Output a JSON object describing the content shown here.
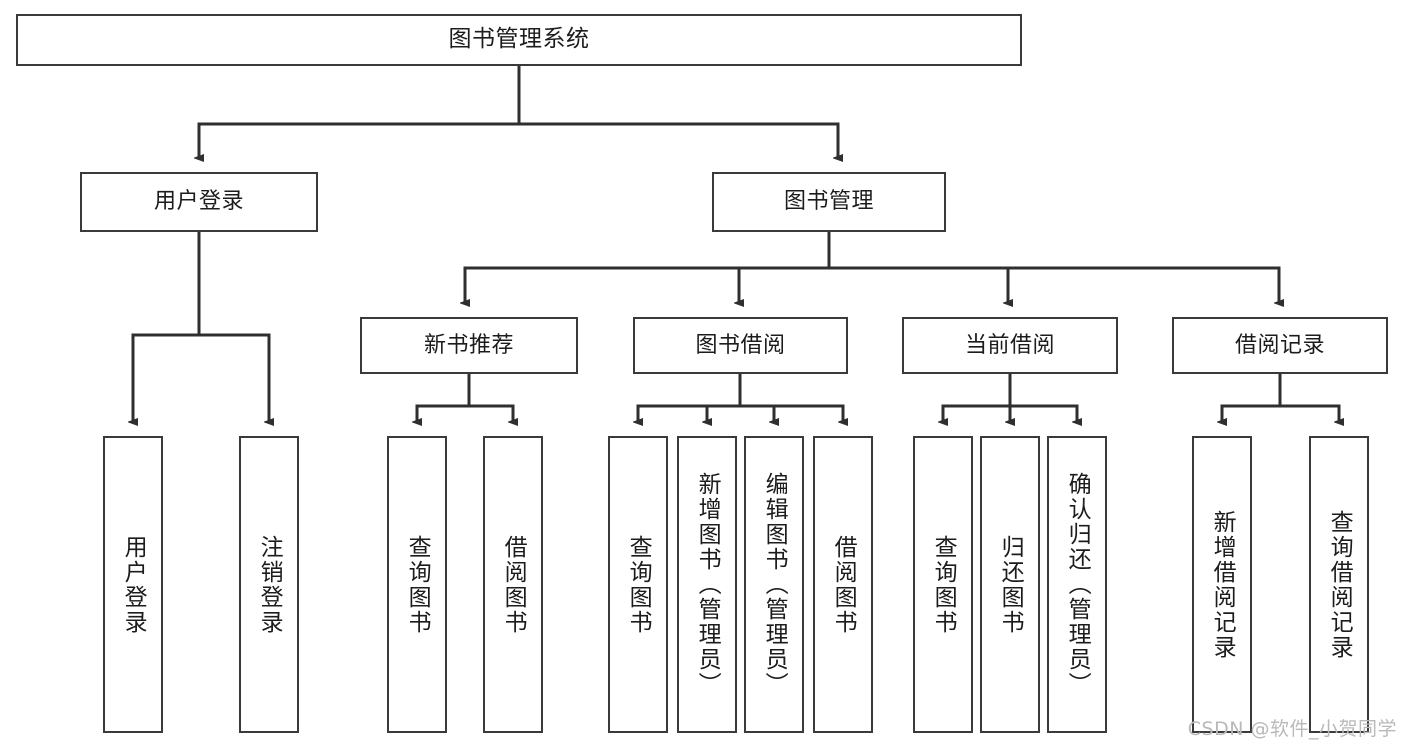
{
  "diagram": {
    "title": "图书管理系统",
    "type": "tree-hierarchy-diagram",
    "watermark": "CSDN @软件_小贺同学",
    "colors": {
      "border": "#3a3a3a",
      "fill": "#ffffff",
      "text": "#1c1c1c",
      "edge": "#2f2f2f",
      "watermark": "#b9b9b9"
    },
    "nodes": {
      "root": {
        "label": "图书管理系统"
      },
      "level1": [
        {
          "label": "用户登录"
        },
        {
          "label": "图书管理"
        }
      ],
      "level2": [
        {
          "label": "新书推荐"
        },
        {
          "label": "图书借阅"
        },
        {
          "label": "当前借阅"
        },
        {
          "label": "借阅记录"
        }
      ],
      "leaves": {
        "user_login": [
          {
            "label": "用户登录"
          },
          {
            "label": "注销登录"
          }
        ],
        "new_book_recommend": [
          {
            "label": "查询图书"
          },
          {
            "label": "借阅图书"
          }
        ],
        "book_borrow": [
          {
            "label": "查询图书"
          },
          {
            "label": "新增图书（管理员）"
          },
          {
            "label": "编辑图书（管理员）"
          },
          {
            "label": "借阅图书"
          }
        ],
        "current_borrow": [
          {
            "label": "查询图书"
          },
          {
            "label": "归还图书"
          },
          {
            "label": "确认归还（管理员）"
          }
        ],
        "borrow_record": [
          {
            "label": "新增借阅记录"
          },
          {
            "label": "查询借阅记录"
          }
        ]
      }
    }
  }
}
